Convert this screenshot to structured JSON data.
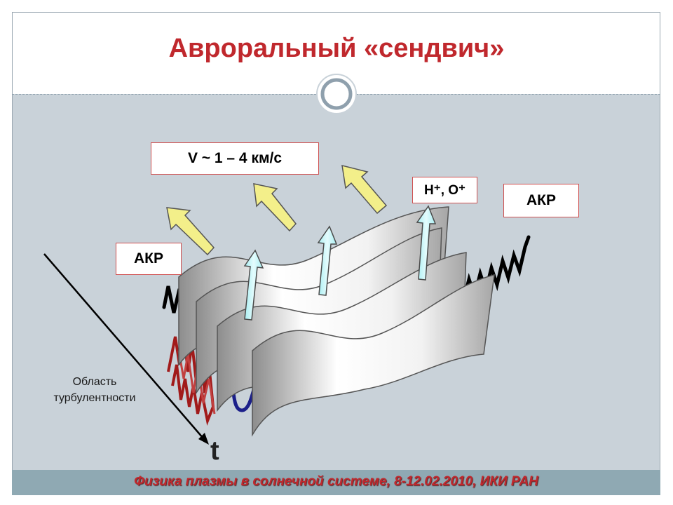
{
  "slide": {
    "title": "Авроральный «сендвич»",
    "footer": "Физика плазмы в солнечной системе, 8-12.02.2010, ИКИ РАН"
  },
  "diagram": {
    "velocity_label": "V ~ 1 – 4 км/с",
    "akr_left_label": "АКР",
    "akr_right_label": "АКР",
    "ions_label": "H⁺, O⁺",
    "turbulence_label_line1": "Область",
    "turbulence_label_line2": "турбулентности",
    "time_axis_label": "t"
  },
  "colors": {
    "title": "#c0282d",
    "background": "#c9d2d9",
    "footer_bar": "#8fa9b3",
    "velocity_arrows": "#f3ef8a",
    "ion_arrows": "#c2f3f6",
    "turbulence": "#a11a1a",
    "potential_curve": "#1b1f8a",
    "akr_wave": "#000000"
  },
  "icons": [
    "circle-ornament-icon",
    "velocity-arrow-icon",
    "ion-beam-arrow-icon",
    "time-arrow-icon"
  ]
}
